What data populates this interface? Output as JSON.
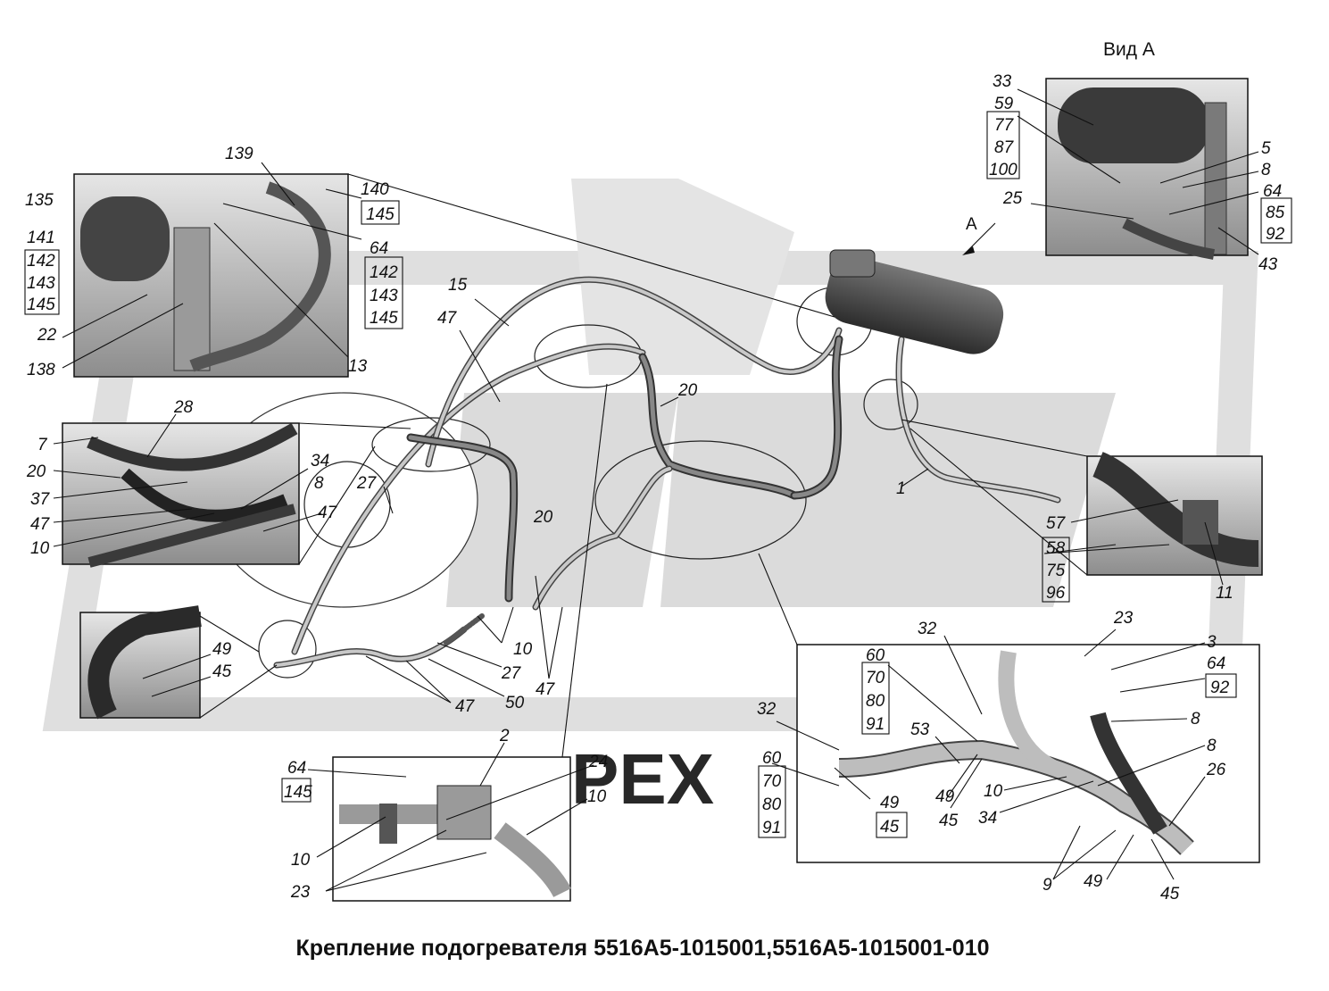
{
  "title": "Крепление подогревателя 5516А5-1015001,5516А5-1015001-010",
  "view_label": "Вид А",
  "arrow_label": "А",
  "watermark": "PEX",
  "colors": {
    "line": "#1a1a1a",
    "inset_fill": "#b9b9b9",
    "watermark": "#d4d4d4"
  },
  "callouts": {
    "c139": "139",
    "c140": "140",
    "c145a": "145",
    "c135": "135",
    "c64a": "64",
    "c141": "141",
    "c142a": "142",
    "c142b": "142",
    "c143a": "143",
    "c143b": "143",
    "c145b": "145",
    "c145c": "145",
    "c22": "22",
    "c138": "138",
    "c13": "13",
    "c33": "33",
    "c59": "59",
    "c77": "77",
    "c87": "87",
    "c100": "100",
    "c5": "5",
    "c8a": "8",
    "c25": "25",
    "c64b": "64",
    "c85": "85",
    "c92a": "92",
    "c43": "43",
    "c15": "15",
    "c47a": "47",
    "c20a": "20",
    "c28": "28",
    "c7": "7",
    "c20b": "20",
    "c37": "37",
    "c47b": "47",
    "c10a": "10",
    "c34a": "34",
    "c8b": "8",
    "c47c": "47",
    "c27a": "27",
    "c20c": "20",
    "c1": "1",
    "c57": "57",
    "c58": "58",
    "c75": "75",
    "c96": "96",
    "c11": "11",
    "c49a": "49",
    "c45a": "45",
    "c10b": "10",
    "c27b": "27",
    "c47d": "47",
    "c50": "50",
    "c47e": "47",
    "c23a": "23",
    "c3": "3",
    "c64c": "64",
    "c92b": "92",
    "c32a": "32",
    "c60a": "60",
    "c70a": "70",
    "c80a": "80",
    "c91a": "91",
    "c32b": "32",
    "c53": "53",
    "c8c": "8",
    "c8d": "8",
    "c26": "26",
    "c60b": "60",
    "c70b": "70",
    "c80b": "80",
    "c91b": "91",
    "c49b": "49",
    "c45b": "45",
    "c49c": "49",
    "c45c": "45",
    "c10c": "10",
    "c34b": "34",
    "c9": "9",
    "c49d": "49",
    "c45d": "45",
    "c2": "2",
    "c24": "24",
    "c64d": "64",
    "c145d": "145",
    "c10d": "10",
    "c10e": "10",
    "c23b": "23"
  }
}
